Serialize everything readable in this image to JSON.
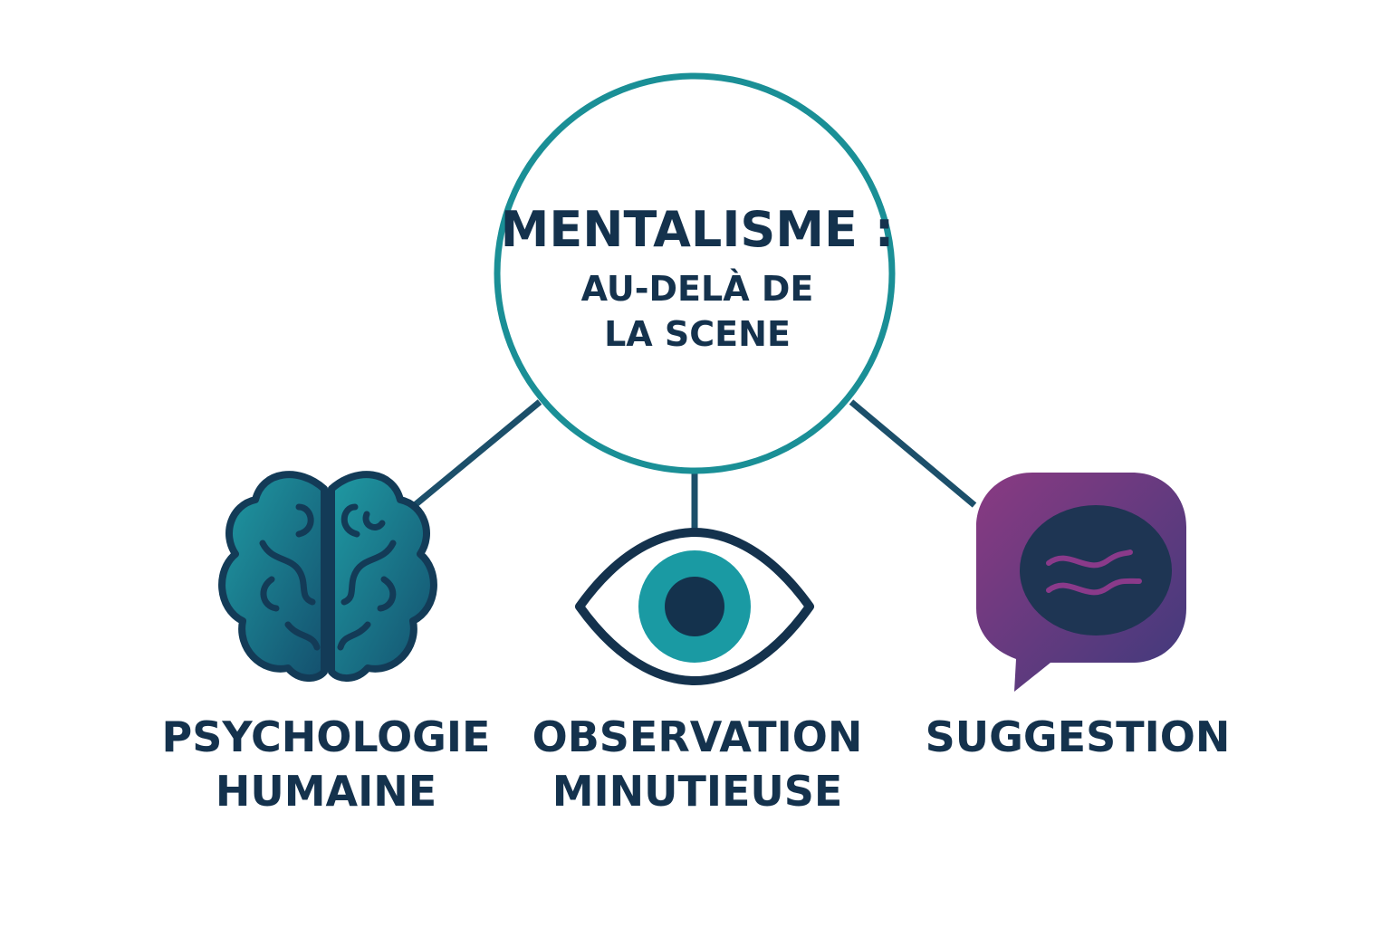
{
  "center": {
    "title": "MENTALISME :",
    "subtitle_line1": "AU-DELÀ DE",
    "subtitle_line2": "LA SCENE"
  },
  "nodes": [
    {
      "icon": "brain-icon",
      "line1": "PSYCHOLOGIE",
      "line2": "HUMAINE"
    },
    {
      "icon": "eye-icon",
      "line1": "OBSERVATION",
      "line2": "MINUTIEUSE"
    },
    {
      "icon": "speech-bubble-icon",
      "line1": "SUGGESTION",
      "line2": ""
    }
  ],
  "colors": {
    "teal": "#1a8f96",
    "navy": "#14324d",
    "purple": "#7a2f7e",
    "violet": "#4a3a7e",
    "text": "#14324d"
  }
}
